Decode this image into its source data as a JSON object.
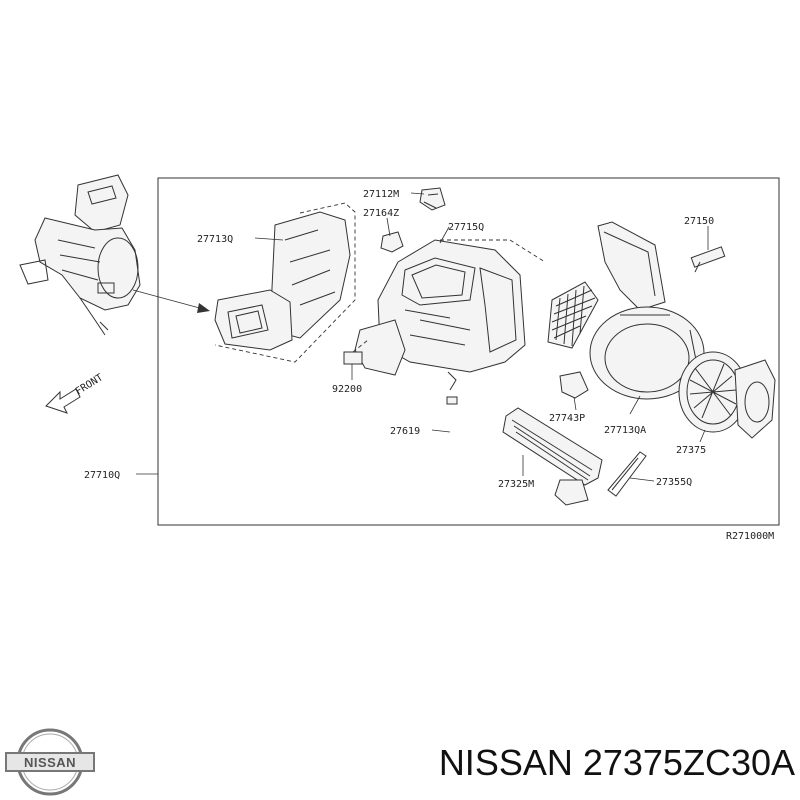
{
  "parts": [
    {
      "id": "p-27112M",
      "label": "27112M"
    },
    {
      "id": "p-27164Z",
      "label": "27164Z"
    },
    {
      "id": "p-27713Q",
      "label": "27713Q"
    },
    {
      "id": "p-27715Q",
      "label": "27715Q"
    },
    {
      "id": "p-27150",
      "label": "27150"
    },
    {
      "id": "p-92200",
      "label": "92200"
    },
    {
      "id": "p-27743P",
      "label": "27743P"
    },
    {
      "id": "p-27713QA",
      "label": "27713QA"
    },
    {
      "id": "p-27375",
      "label": "27375"
    },
    {
      "id": "p-27619",
      "label": "27619"
    },
    {
      "id": "p-27325M",
      "label": "27325M"
    },
    {
      "id": "p-27355Q",
      "label": "27355Q"
    },
    {
      "id": "p-27710Q",
      "label": "27710Q"
    }
  ],
  "front_label": "FRONT",
  "diagram_ref": "R271000M",
  "brand": {
    "name": "NISSAN"
  },
  "footer": {
    "title": "NISSAN 27375ZC30A"
  },
  "colors": {
    "line": "#333333",
    "background": "#ffffff",
    "text": "#111111"
  }
}
